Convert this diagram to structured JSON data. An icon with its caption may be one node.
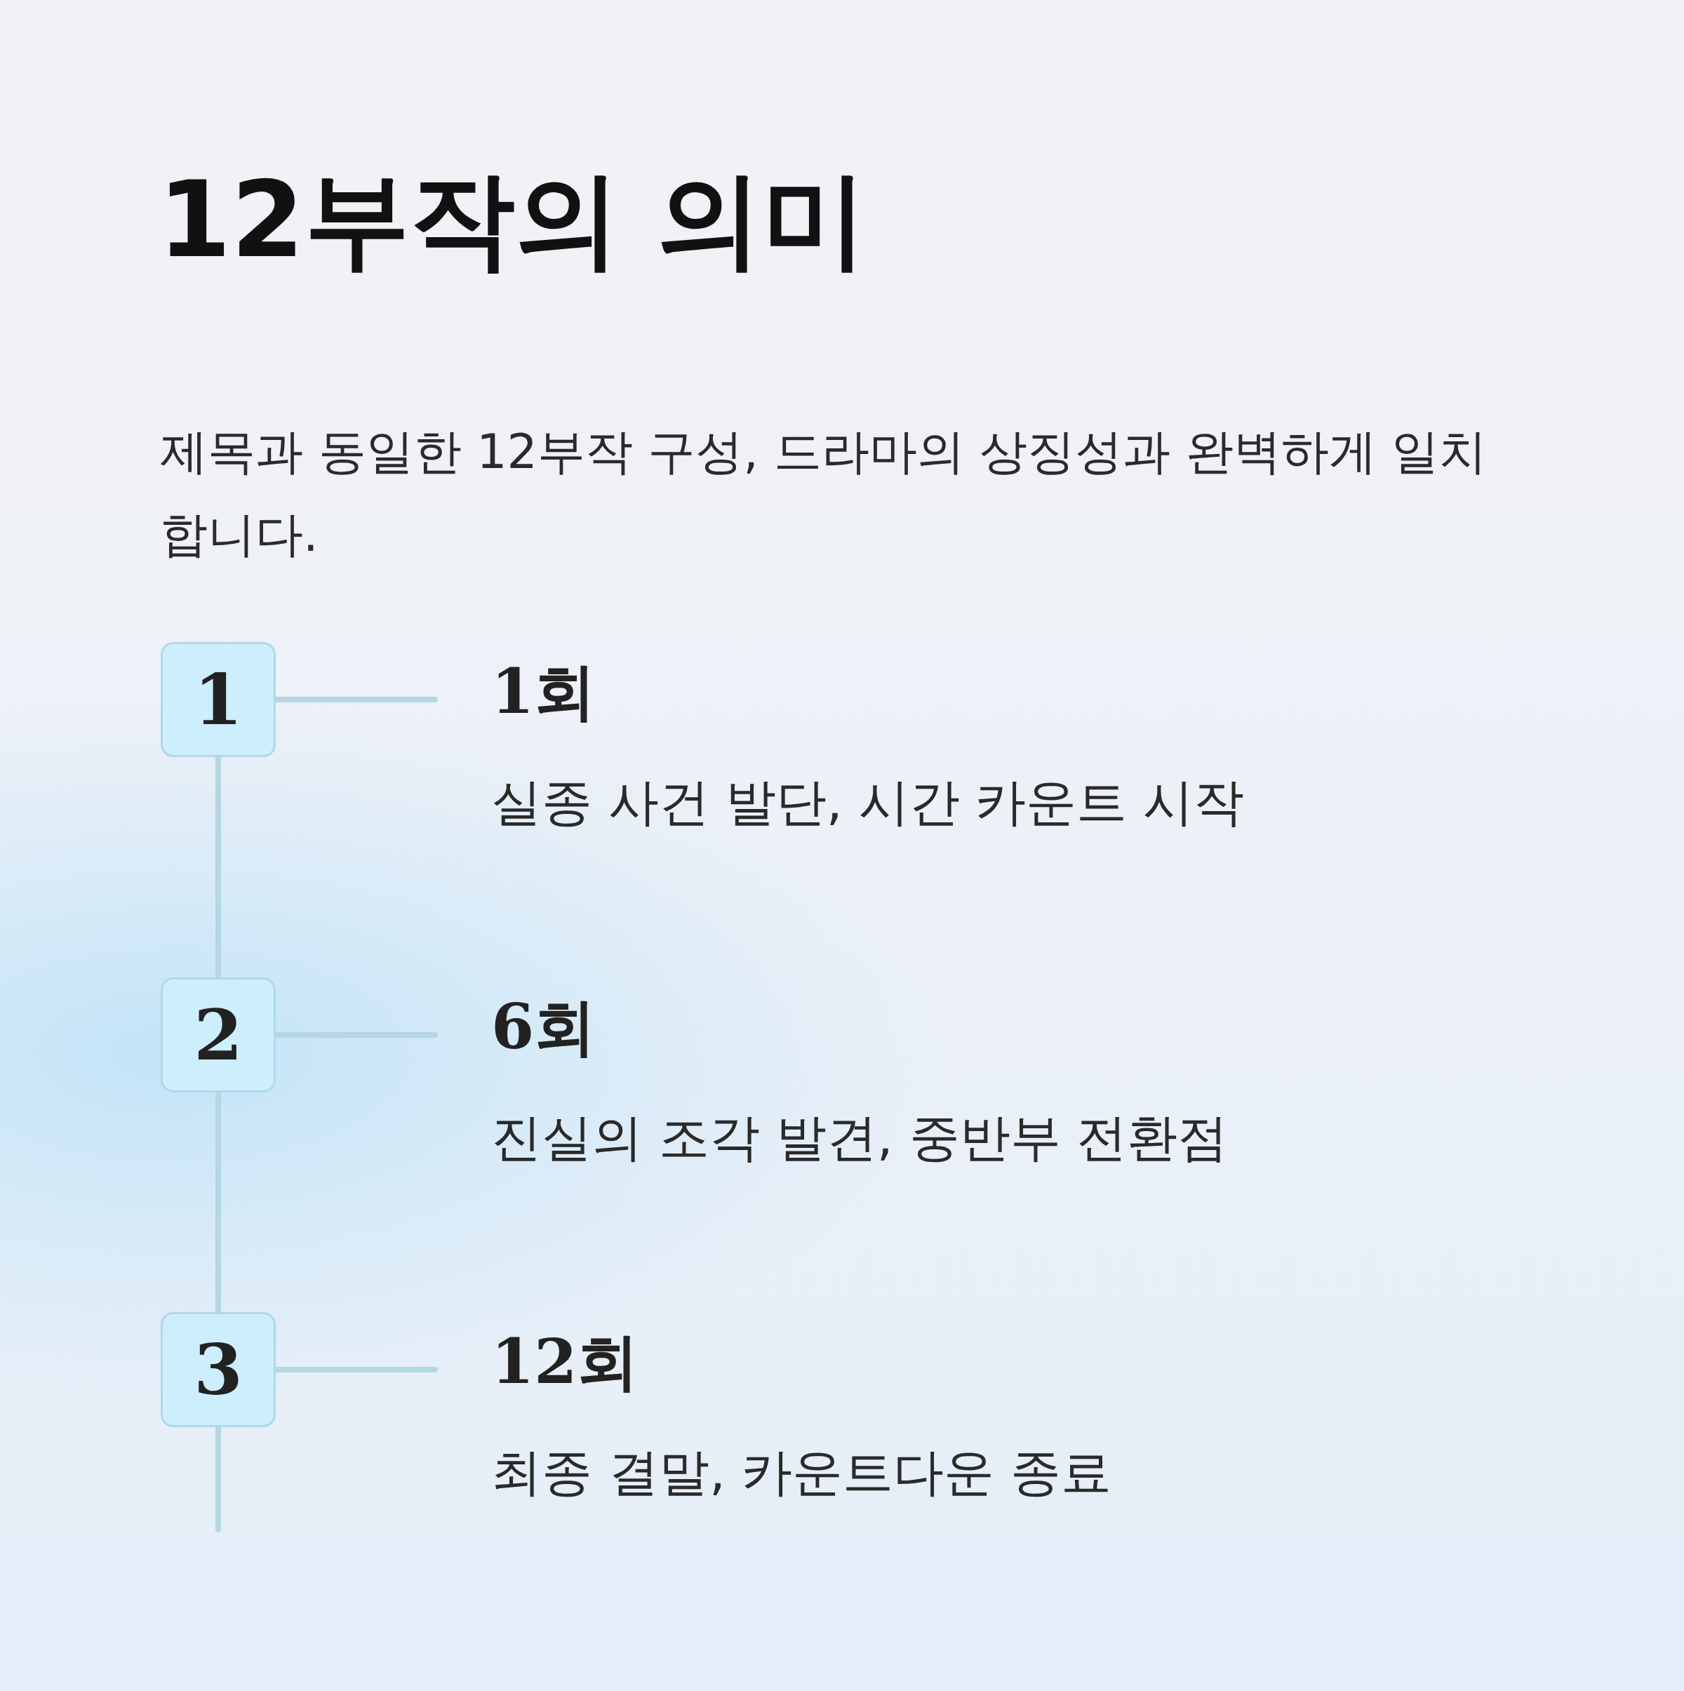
{
  "diagram": {
    "title": "12부작의 의미",
    "nodes": [
      {
        "text": [
          "1"
        ]
      },
      {
        "text": [
          "1회",
          "실종 사건 발단, 시간 카운트 시작"
        ]
      },
      {
        "text": [
          "2"
        ]
      },
      {
        "text": [
          "6회",
          "진실의 조각 발견, 중반부 전환점"
        ]
      },
      {
        "text": [
          "3"
        ]
      },
      {
        "text": [
          "12회",
          "최종 결말, 카운트다운 종료"
        ]
      }
    ],
    "edges": [
      {
        "from": 0,
        "to": 1,
        "arrow": "none"
      },
      {
        "from": 2,
        "to": 3,
        "arrow": "none"
      },
      {
        "from": 4,
        "to": 5,
        "arrow": "none"
      },
      {
        "from": 0,
        "to": 2,
        "arrow": "none"
      },
      {
        "from": 2,
        "to": 4,
        "arrow": "none"
      },
      {
        "from": 4,
        "to": null,
        "arrow": "none"
      }
    ],
    "labels": [
      "제목과 동일한 12부작 구성, 드라마의 상징성과 완벽하게 일치합니다."
    ]
  }
}
